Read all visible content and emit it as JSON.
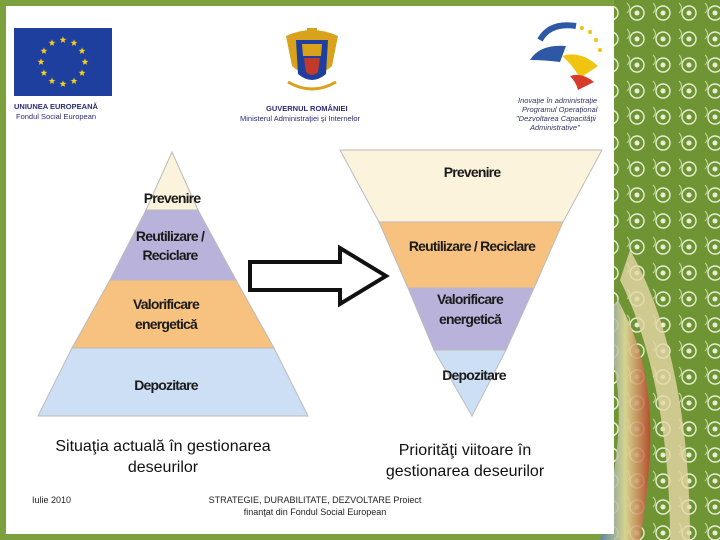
{
  "colors": {
    "prevent": "#fbf3dc",
    "reuse": "#b9b3dc",
    "energy": "#f7c27f",
    "landfill": "#ccdff5",
    "eu_blue": "#1f3f9f",
    "eu_star": "#f7d117",
    "frame": "#7a9a3a"
  },
  "logos": {
    "eu_line1": "UNIUNEA EUROPEANĂ",
    "eu_line2": "Fondul Social European",
    "gov_line1": "GUVERNUL ROMÂNIEI",
    "gov_line2": "Ministerul Administraţiei şi Internelor",
    "pocda_line1": "Inovaţie în administraţie",
    "pocda_line2": "Programul Operaţional",
    "pocda_line3": "\"Dezvoltarea Capacităţii",
    "pocda_line4": "Administrative\""
  },
  "pyramid_left": {
    "levels": [
      {
        "label_lines": [
          "Prevenire"
        ]
      },
      {
        "label_lines": [
          "Reutilizare /",
          "Reciclare"
        ]
      },
      {
        "label_lines": [
          "Valorificare",
          "energetică"
        ]
      },
      {
        "label_lines": [
          "Depozitare"
        ]
      }
    ]
  },
  "pyramid_right": {
    "levels": [
      {
        "label_lines": [
          "Prevenire"
        ]
      },
      {
        "label_lines": [
          "Reutilizare / Reciclare"
        ]
      },
      {
        "label_lines": [
          "Valorificare",
          "energetică"
        ]
      },
      {
        "label_lines": [
          "Depozitare"
        ]
      }
    ]
  },
  "captions": {
    "left_line1": "Situaţia actuală în gestionarea",
    "left_line2": "deseurilor",
    "right_line1": "Priorităţi viitoare în",
    "right_line2": "gestionarea deseurilor"
  },
  "footer": {
    "date": "Iulie 2010",
    "project_line1": "STRATEGIE, DURABILITATE, DEZVOLTARE Proiect",
    "project_line2": "finanţat din Fondul Social European"
  }
}
